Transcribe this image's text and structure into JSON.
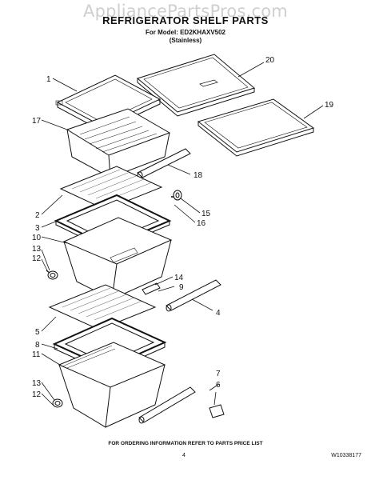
{
  "watermark": "AppliancePartsPros.com",
  "header": {
    "title": "REFRIGERATOR SHELF PARTS",
    "model_line": "For Model: ED2KHAXV502",
    "finish": "(Stainless)"
  },
  "callouts": [
    "1",
    "17",
    "2",
    "3",
    "10",
    "13",
    "12",
    "5",
    "8",
    "11",
    "13",
    "12",
    "20",
    "19",
    "18",
    "15",
    "16",
    "14",
    "9",
    "4",
    "7",
    "6"
  ],
  "footer": {
    "ordering_note": "FOR ORDERING INFORMATION REFER TO PARTS PRICE LIST",
    "page_number": "4",
    "document_number": "W10338177"
  }
}
